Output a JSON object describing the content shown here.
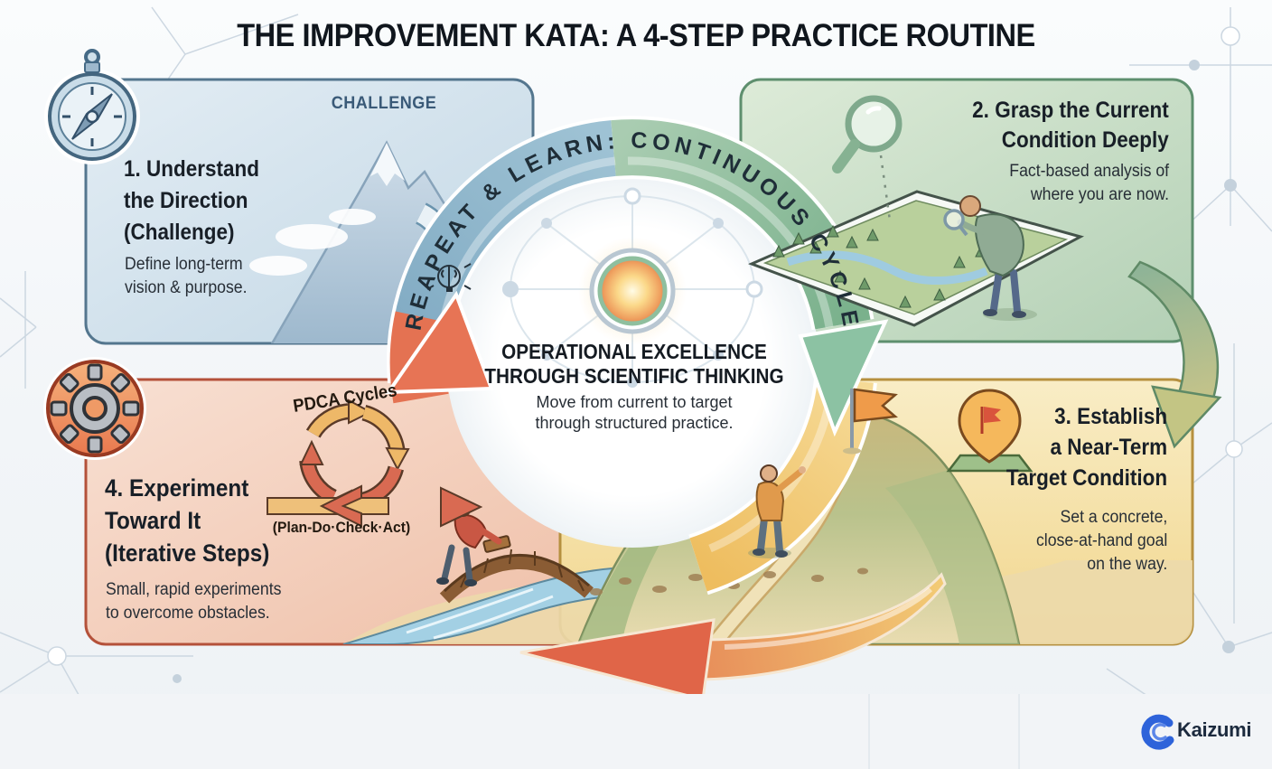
{
  "title": {
    "lead": "THE IMPROVEMENT KATA:",
    "tail": " A 4-STEP PRACTICE ROUTINE"
  },
  "cycle": {
    "arc_label": "REAPEAT & LEARN: CONTINUOUS CYCLE",
    "heading": [
      "OPERATIONAL EXCELLENCE",
      "THROUGH SCIENTIFIC THINKING"
    ],
    "subtext": [
      "Move from current to target",
      "through structured practice."
    ]
  },
  "steps": [
    {
      "label": "CHALLENGE",
      "heading": [
        "1. Understand",
        "the Direction",
        "(Challenge)"
      ],
      "subtext": [
        "Define long-term",
        "vision & purpose."
      ],
      "icon": "compass-icon"
    },
    {
      "heading": [
        "2. Grasp the Current",
        "Condition Deeply"
      ],
      "subtext": [
        "Fact-based analysis of",
        "where you are now."
      ],
      "icon": "magnifying-glass-icon"
    },
    {
      "heading": [
        "3. Establish",
        "a Near-Term",
        "Target Condition"
      ],
      "subtext": [
        "Set a concrete,",
        "close-at-hand goal",
        "on the way."
      ],
      "icon": "location-pin-icon"
    },
    {
      "heading": [
        "4. Experiment",
        "Toward It",
        "(Iterative Steps)"
      ],
      "subtext": [
        "Small, rapid experiments",
        "to overcome obstacles."
      ],
      "icon": "gear-icon",
      "pdca": {
        "title": "PDCA Cycles",
        "caption": "(Plan-Do·Check·Act)"
      }
    }
  ],
  "footer": {
    "brand": "Kaizumi"
  },
  "colors": {
    "panel1_fill": "#d4e3ee",
    "panel1_border": "#54768e",
    "panel2_fill": "#cde2cb",
    "panel2_border": "#5e8f6e",
    "panel3_fill": "#f6e3ac",
    "panel3_border": "#b6903f",
    "panel4_fill": "#f5d3c2",
    "panel4_border": "#b4513a",
    "arc_blue": "#85aec7",
    "arc_green": "#8dbb9a",
    "arc_gold": "#f0c878",
    "arc_red": "#e47252",
    "logo_blue": "#2e63da"
  }
}
